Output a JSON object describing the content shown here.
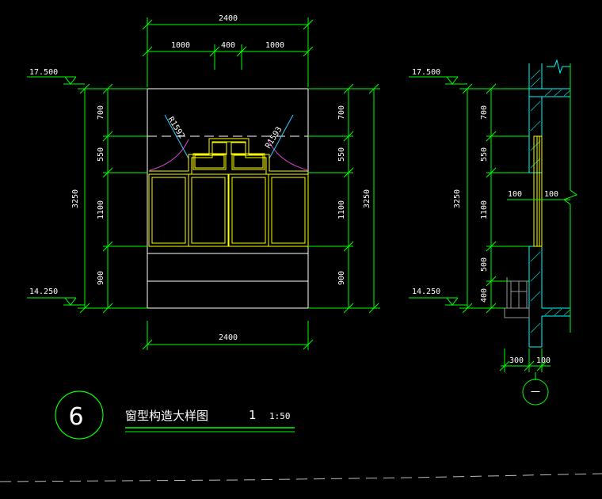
{
  "colors": {
    "background": "#000000",
    "outline": "#ffffff",
    "dimension": "#00ff00",
    "window_frame": "#ffff00",
    "arc": "#cc44cc",
    "leader": "#33ccff",
    "wall": "#00ffff",
    "hatch": "#00cccc",
    "ground": "#999999"
  },
  "elevation": {
    "top_total": "2400",
    "top_left": "1000",
    "top_mid": "400",
    "top_right": "1000",
    "bottom_total": "2400",
    "level_top": "17.500",
    "level_bottom": "14.250",
    "height_total": "3250",
    "segments": [
      "700",
      "550",
      "1100",
      "900"
    ],
    "radius_left": "R1592",
    "radius_right": "R1593"
  },
  "section": {
    "level_top": "17.500",
    "level_bottom": "14.250",
    "height_total": "3250",
    "segments": [
      "700",
      "550",
      "1100",
      "500",
      "400"
    ],
    "dim_wall_left": "100",
    "dim_wall_right": "100",
    "dim_bottom_a": "300",
    "dim_bottom_b": "100",
    "axis_label": "一"
  },
  "title_block": {
    "detail_number": "6",
    "title": "窗型构造大样图",
    "sheet_ref": "1",
    "scale": "1:50"
  }
}
